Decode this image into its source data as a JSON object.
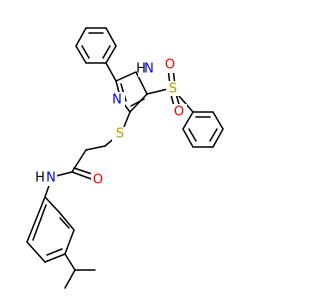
{
  "molecule": {
    "atoms": {
      "nh": {
        "label": "H",
        "color": "#000000"
      },
      "n_imid_nh": {
        "label": "N",
        "color": "#0000ff"
      },
      "n_imid": {
        "label": "N",
        "color": "#0000ff"
      },
      "s_thio": {
        "label": "S",
        "color": "#b8a000"
      },
      "s_sulf": {
        "label": "S",
        "color": "#b8a000"
      },
      "o_sulf_1": {
        "label": "O",
        "color": "#ff0000"
      },
      "o_sulf_2": {
        "label": "O",
        "color": "#ff0000"
      },
      "o_amide": {
        "label": "O",
        "color": "#ff0000"
      },
      "n_amide": {
        "label": "N",
        "color": "#0000ff"
      },
      "h_amide": {
        "label": "H",
        "color": "#000000"
      }
    }
  }
}
